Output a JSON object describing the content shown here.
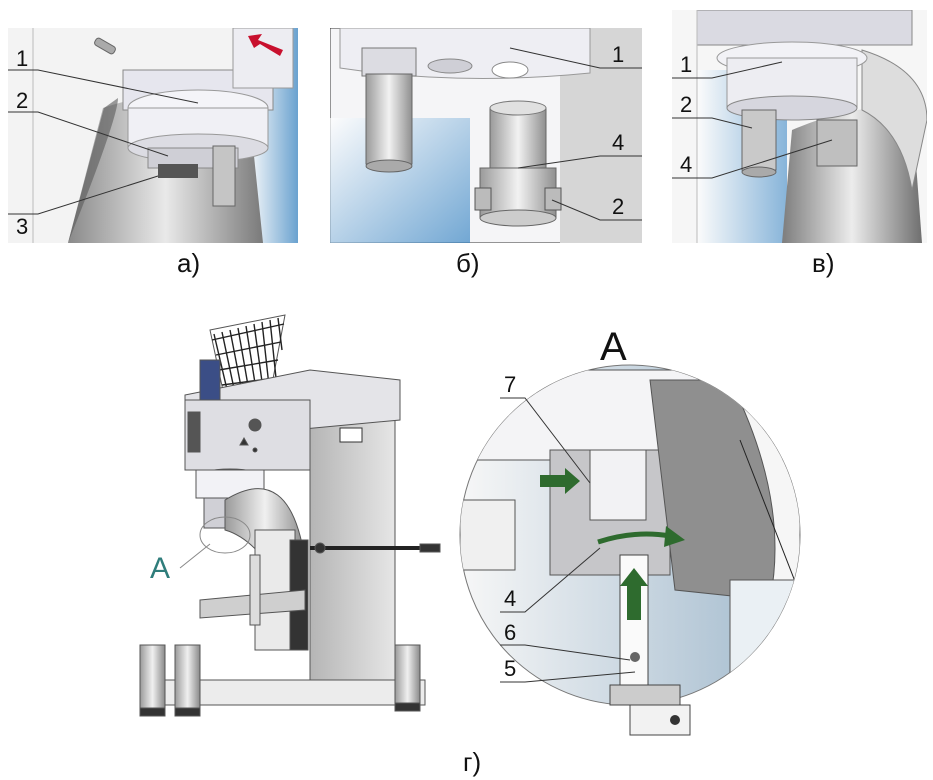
{
  "panels": {
    "a": {
      "caption": "а)",
      "callouts": [
        "1",
        "2",
        "3"
      ]
    },
    "b": {
      "caption": "б)",
      "callouts": [
        "1",
        "4",
        "2"
      ]
    },
    "v": {
      "caption": "в)",
      "callouts": [
        "1",
        "2",
        "4"
      ]
    },
    "g": {
      "caption": "г)",
      "machine_label": "A",
      "detail_title": "A",
      "callouts": [
        "7",
        "4",
        "6",
        "5"
      ]
    }
  },
  "colors": {
    "arrow_red": "#c8102e",
    "arrow_green": "#2e6b2e",
    "label_teal": "#2f7d7b"
  }
}
